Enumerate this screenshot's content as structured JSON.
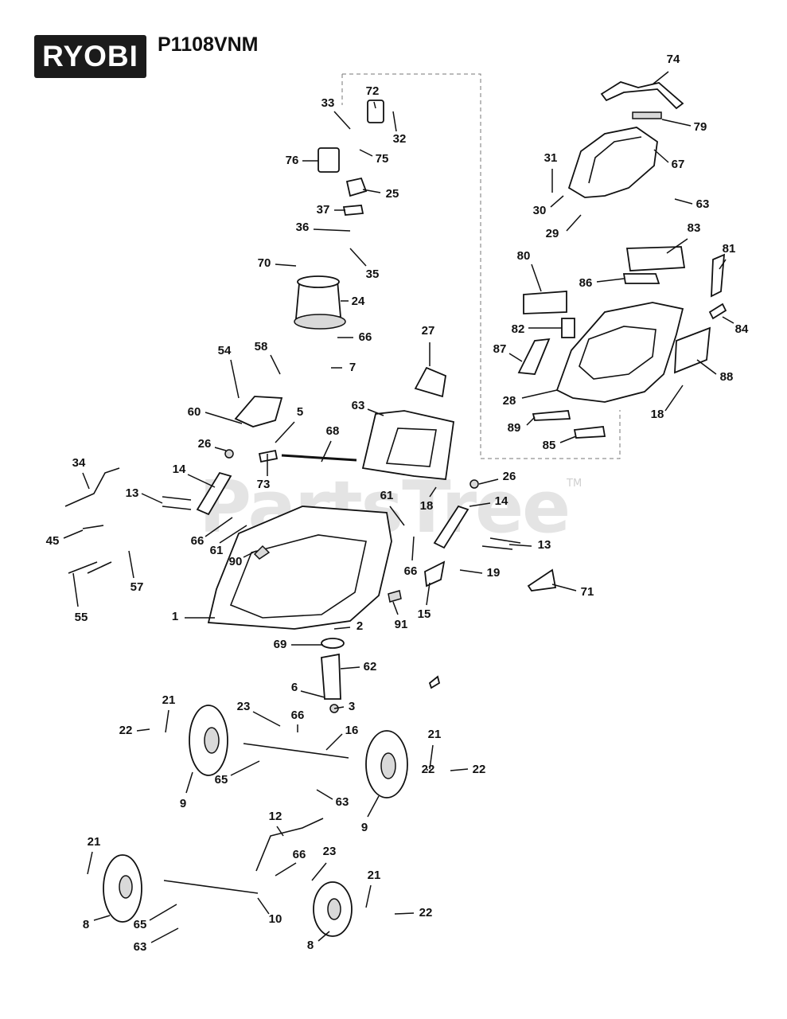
{
  "brand": "RYOBI",
  "model": "P1108VNM",
  "watermark": "PartsTree",
  "trademark": "TM",
  "callouts": [
    "74",
    "72",
    "33",
    "32",
    "79",
    "76",
    "75",
    "67",
    "31",
    "25",
    "63",
    "37",
    "30",
    "29",
    "36",
    "83",
    "81",
    "35",
    "70",
    "80",
    "86",
    "24",
    "82",
    "84",
    "87",
    "66",
    "27",
    "54",
    "58",
    "7",
    "88",
    "28",
    "60",
    "5",
    "18",
    "63",
    "89",
    "26",
    "68",
    "85",
    "34",
    "14",
    "26",
    "73",
    "13",
    "18",
    "14",
    "61",
    "66",
    "61",
    "13",
    "45",
    "90",
    "66",
    "57",
    "19",
    "71",
    "55",
    "1",
    "15",
    "91",
    "2",
    "69",
    "62",
    "6",
    "3",
    "21",
    "23",
    "66",
    "16",
    "22",
    "21",
    "22",
    "65",
    "9",
    "63",
    "9",
    "12",
    "21",
    "66",
    "23",
    "22",
    "21",
    "22",
    "8",
    "65",
    "10",
    "8",
    "63"
  ]
}
